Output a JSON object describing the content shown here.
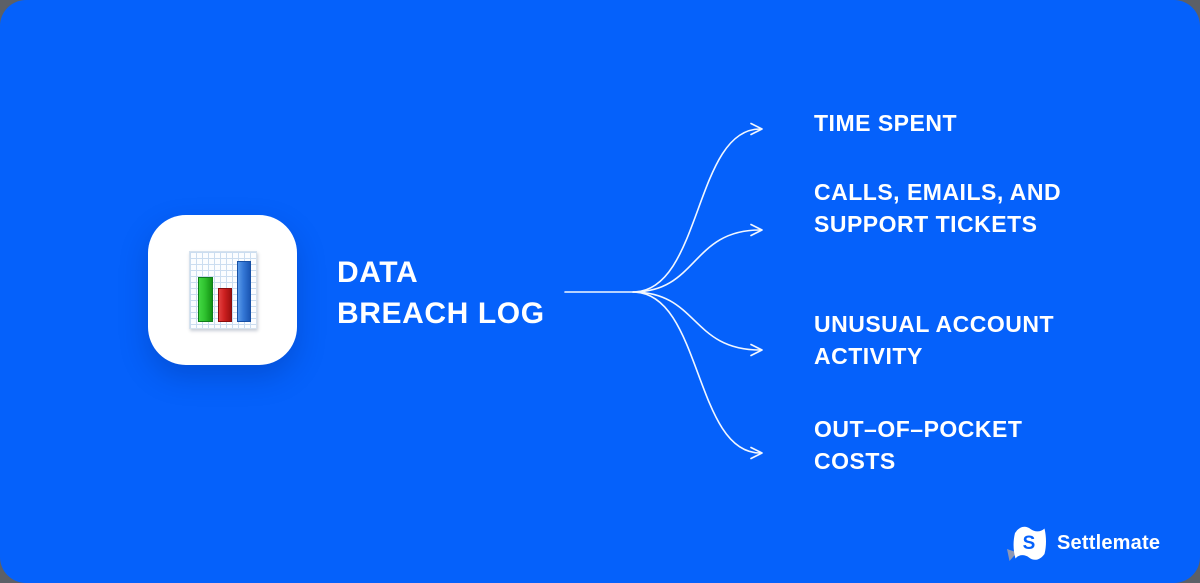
{
  "page": {
    "background_color": "#0561FB",
    "outside_color": "#5C6067",
    "line_color": "#FFFFFF",
    "text_color": "#FFFFFF"
  },
  "node": {
    "title": "DATA\nBREACH LOG",
    "icon_name": "bar-chart-icon",
    "icon_bar_colors": [
      "#2FC22F",
      "#CC2020",
      "#3477D6"
    ]
  },
  "branches": [
    {
      "label": "TIME SPENT"
    },
    {
      "label": "CALLS, EMAILS, AND\nSUPPORT TICKETS"
    },
    {
      "label": "UNUSUAL ACCOUNT\nACTIVITY"
    },
    {
      "label": "OUT–OF–POCKET\nCOSTS"
    }
  ],
  "connectors": {
    "style": "curved-arrow-lines",
    "count": 4,
    "color": "#FFFFFF"
  },
  "brand": {
    "name": "Settlemate",
    "icon_name": "scroll-s-icon",
    "icon_letter": "S",
    "accent_color": "#0561FB"
  }
}
